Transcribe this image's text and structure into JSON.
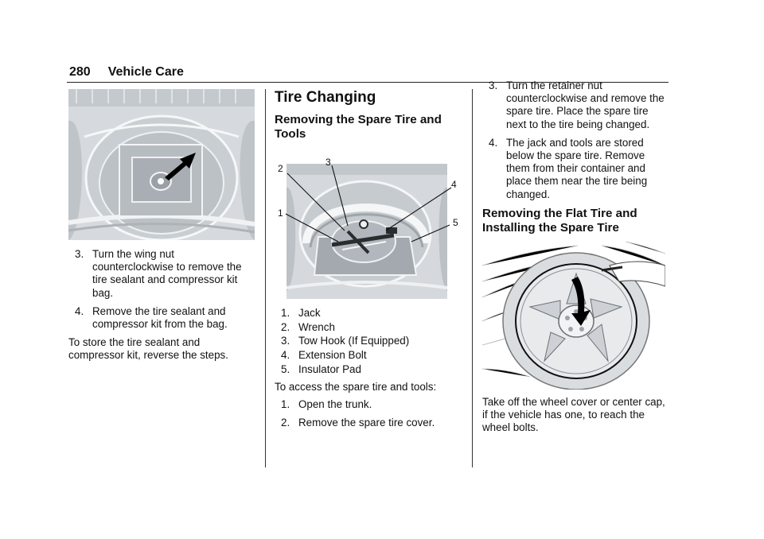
{
  "header": {
    "page_number": "280",
    "title": "Vehicle Care"
  },
  "col1": {
    "steps": [
      {
        "num": "3.",
        "text": "Turn the wing nut counterclockwise to remove the tire sealant and compressor kit bag."
      },
      {
        "num": "4.",
        "text": "Remove the tire sealant and compressor kit from the bag."
      }
    ],
    "paragraph": "To store the tire sealant and compressor kit, reverse the steps."
  },
  "col2": {
    "section_title": "Tire Changing",
    "subsection_title": "Removing the Spare Tire and Tools",
    "figure_callouts": [
      "1",
      "2",
      "3",
      "4",
      "5"
    ],
    "legend": [
      {
        "num": "1.",
        "text": "Jack"
      },
      {
        "num": "2.",
        "text": "Wrench"
      },
      {
        "num": "3.",
        "text": "Tow Hook (If Equipped)"
      },
      {
        "num": "4.",
        "text": "Extension Bolt"
      },
      {
        "num": "5.",
        "text": "Insulator Pad"
      }
    ],
    "intro": "To access the spare tire and tools:",
    "steps": [
      {
        "num": "1.",
        "text": "Open the trunk."
      },
      {
        "num": "2.",
        "text": "Remove the spare tire cover."
      }
    ]
  },
  "col3": {
    "steps": [
      {
        "num": "3.",
        "text": "Turn the retainer nut counterclockwise and remove the spare tire. Place the spare tire next to the tire being changed."
      },
      {
        "num": "4.",
        "text": "The jack and tools are stored below the spare tire. Remove them from their container and place them near the tire being changed."
      }
    ],
    "subsection_title": "Removing the Flat Tire and Installing the Spare Tire",
    "paragraph": "Take off the wheel cover or center cap, if the vehicle has one, to reach the wheel bolts."
  }
}
